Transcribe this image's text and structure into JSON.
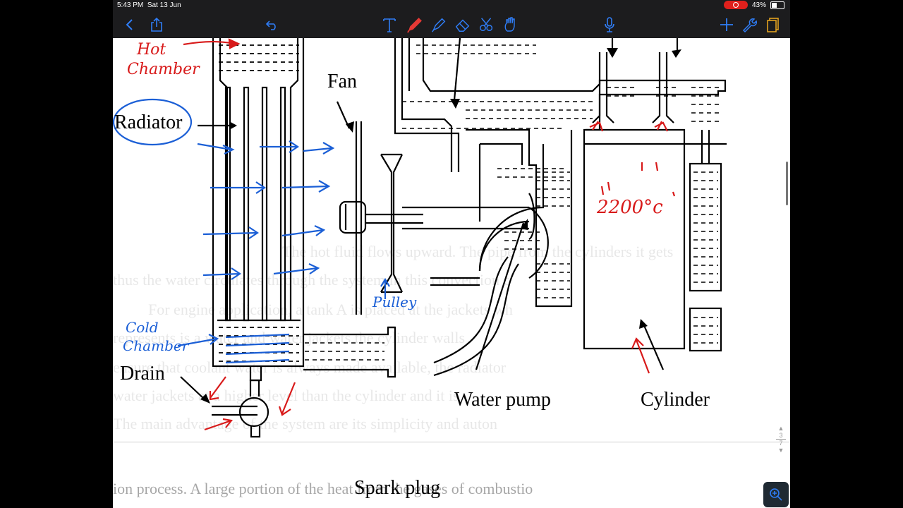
{
  "status": {
    "time": "5:43 PM",
    "date": "Sat 13 Jun",
    "battery": "43%",
    "battery_level": 0.43
  },
  "toolbar": {
    "icons": [
      "back-icon",
      "share-icon",
      "undo-icon",
      "text-tool-icon",
      "pen-tool-icon",
      "highlighter-tool-icon",
      "eraser-tool-icon",
      "lasso-tool-icon",
      "hand-tool-icon",
      "microphone-icon",
      "add-icon",
      "wrench-icon",
      "pages-icon"
    ],
    "active_color": "#e53935"
  },
  "document": {
    "labels": {
      "fan": "Fan",
      "radiator": "Radiator",
      "drain": "Drain",
      "water_pump": "Water pump",
      "cylinder": "Cylinder",
      "spark_plug": "Spark plug"
    },
    "annotations": {
      "hot_chamber_1": "Hot",
      "hot_chamber_2": "Chamber",
      "cold_chamber_1": "Cold",
      "cold_chamber_2": "Chamber",
      "pulley": "Pulley",
      "temperature": "2200°c"
    },
    "background_text": [
      "The hot fluid flows upward. The pipe from the cylinders it gets",
      "thus the water circulates through the system in this convection c",
      "For engine application, a tank A is placed at the jackets wh",
      "represents is a water and water jackets the cylinder walls",
      "ensure that coolant water is always made available, the radiator",
      "water jackets at a higher level than the cylinder and it is",
      "The main advantage of the system are its simplicity and auton",
      "ion process. A large portion of the heat from the gases of combustio"
    ],
    "page_indicator": {
      "current": "3",
      "total": "7"
    }
  },
  "colors": {
    "annotation_red": "#d81a1a",
    "annotation_blue": "#1b5fd6",
    "toolbar_bg": "#1c1c1e"
  }
}
